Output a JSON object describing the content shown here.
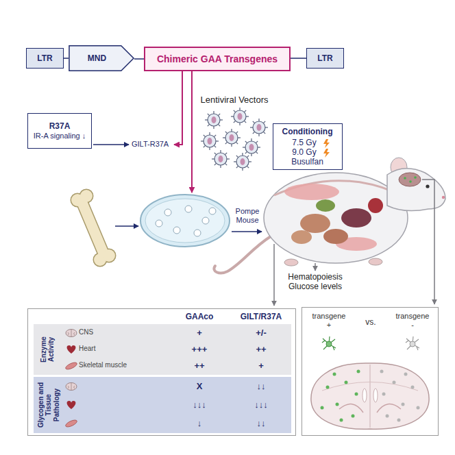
{
  "diagram": {
    "nodes": [
      {
        "text": [
          "LTR"
        ]
      },
      {
        "text": [
          "MND"
        ]
      },
      {
        "text": [
          "Chimeric GAA Transgenes"
        ]
      },
      {
        "text": [
          "LTR"
        ]
      },
      {
        "text": [
          "R37A",
          "IR-A signaling ↓"
        ]
      },
      {
        "text": [
          "Conditioning",
          "7.5 Gy",
          "9.0 Gy",
          "Busulfan"
        ]
      },
      {
        "text": [
          "GAAco",
          "GILT/R37A"
        ]
      },
      {
        "text": [
          "Enzyme Activity",
          "CNS",
          "Heart",
          "Skeletal muscle",
          "+",
          "+/-",
          "+++",
          "++",
          "++",
          "+"
        ],
        "in": 6
      },
      {
        "text": [
          "Glycogen and Tissue Pathology",
          "X",
          "↓↓",
          "↓↓↓",
          "↓↓↓",
          "↓",
          "↓↓"
        ],
        "in": 6
      },
      {
        "text": [
          "transgene +",
          "vs.",
          "transgene -"
        ]
      }
    ],
    "edges": [
      {
        "from": 0,
        "to": 1,
        "arrow": "none"
      },
      {
        "from": 1,
        "to": 2,
        "arrow": "none"
      },
      {
        "from": 2,
        "to": 3,
        "arrow": "none"
      }
    ],
    "labels": [
      "GILT-R37A",
      "Lentiviral Vectors",
      "Pompe Mouse",
      "Hematopoiesis Glucose levels"
    ]
  }
}
